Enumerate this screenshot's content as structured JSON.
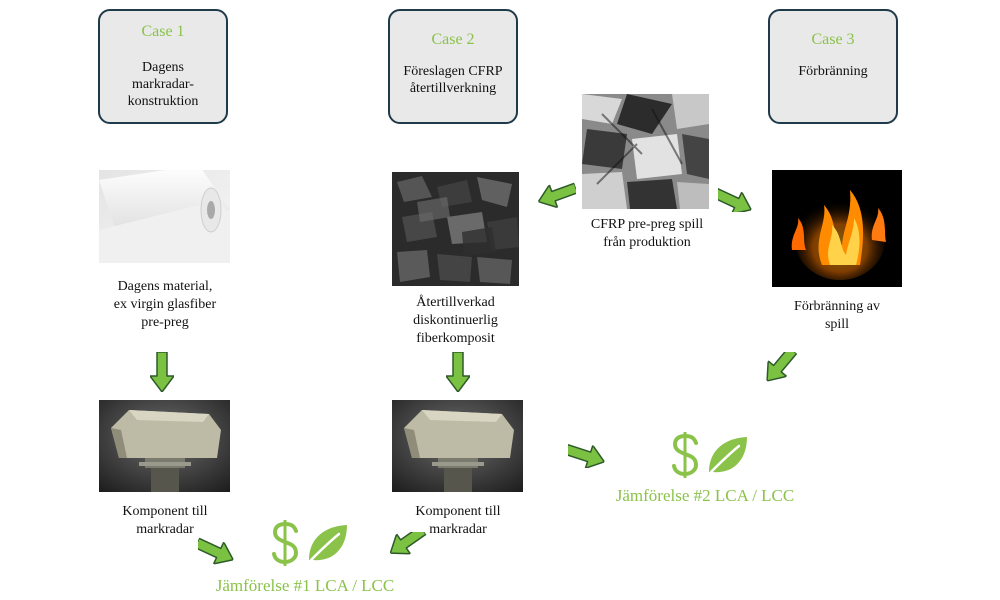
{
  "cases": [
    {
      "title": "Case 1",
      "description": "Dagens\nmarkradar-\nkonstruktion"
    },
    {
      "title": "Case 2",
      "description": "Föreslagen CFRP\nåtertillverkning"
    },
    {
      "title": "Case 3",
      "description": "Förbränning"
    }
  ],
  "captions": {
    "current_material": "Dagens material,\nex virgin glasfiber\npre-preg",
    "recycled_material": "Återtillverkad\ndiskontinuerlig\nfiberkomposit",
    "prepreg_waste": "CFRP pre-preg spill\nfrån produktion",
    "incineration": "Förbränning av\nspill",
    "component_1": "Komponent till\nmarkradar",
    "component_2": "Komponent till\nmarkradar"
  },
  "comparisons": {
    "comparison_1": "Jämförelse #1 LCA / LCC",
    "comparison_2": "Jämförelse #2 LCA / LCC"
  },
  "icons": {
    "cost": "dollar-icon",
    "environment": "leaf-icon",
    "flow": "arrow-icon"
  },
  "colors": {
    "accent_green": "#8bc34a",
    "arrow_fill": "#7cc242",
    "arrow_stroke": "#2e5a2a",
    "box_border": "#1f3a4a",
    "box_fill": "#e9e9e9"
  }
}
